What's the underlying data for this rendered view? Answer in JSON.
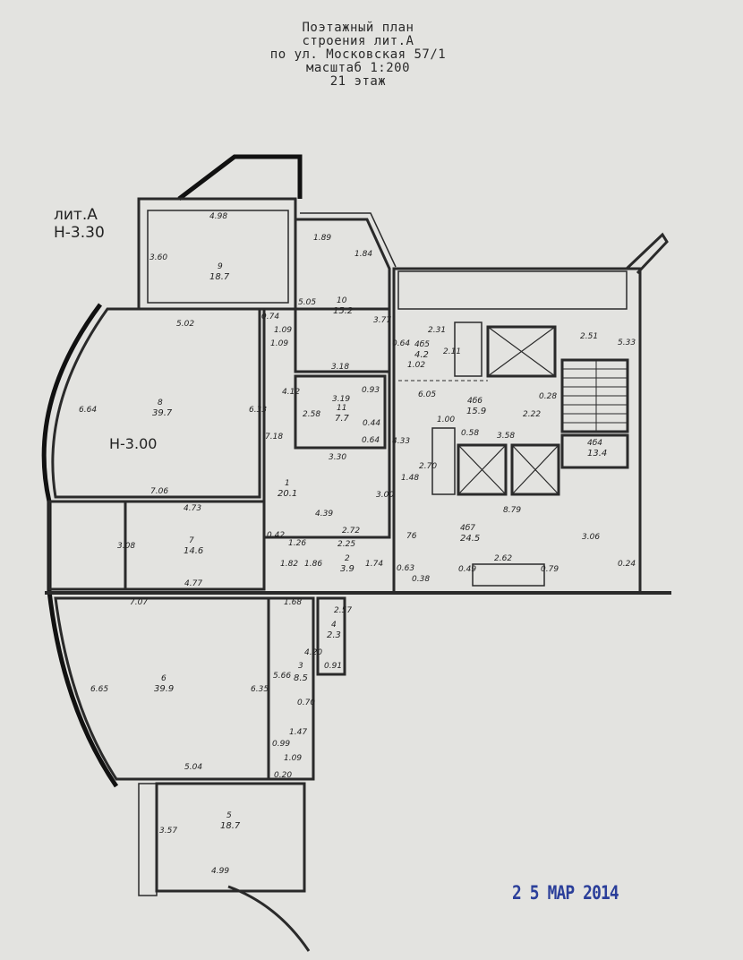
{
  "header": {
    "lines": [
      "Поэтажный план",
      "строения  лит.А",
      "по ул. Московская 57/1",
      "масштаб 1:200",
      "21   этаж"
    ]
  },
  "labels": {
    "lit": "лит.А",
    "height_main": "Н-3.30",
    "height_room8": "Н-3.00"
  },
  "rooms": [
    {
      "number": "9",
      "area": "18.7"
    },
    {
      "number": "10",
      "area": "15.2"
    },
    {
      "number": "8",
      "area": "39.7"
    },
    {
      "number": "11",
      "area": "7.7"
    },
    {
      "number": "1",
      "area": "20.1"
    },
    {
      "number": "7",
      "area": "14.6"
    },
    {
      "number": "2",
      "area": "3.9"
    },
    {
      "number": "4",
      "area": "2.3"
    },
    {
      "number": "3",
      "area": "8.5"
    },
    {
      "number": "6",
      "area": "39.9"
    },
    {
      "number": "5",
      "area": "18.7"
    },
    {
      "number": "4б5",
      "area": "4.2"
    },
    {
      "number": "4б6",
      "area": "15.9"
    },
    {
      "number": "4б4",
      "area": "13.4"
    },
    {
      "number": "4б7",
      "area": "24.5"
    }
  ],
  "dimensions": [
    "4.98",
    "3.60",
    "1.89",
    "1.84",
    "5.05",
    "3.77",
    "5.02",
    "0.74",
    "1.09",
    "1.09",
    "6.64",
    "6.33",
    "4.12",
    "3.18",
    "3.19",
    "0.93",
    "2.58",
    "0.44",
    "0.64",
    "7.18",
    "3.30",
    "7.06",
    "4.73",
    "3.08",
    "0.42",
    "1.82",
    "1.26",
    "1.86",
    "2.72",
    "2.25",
    "1.74",
    "4.39",
    "3.00",
    "4.33",
    "4.77",
    "7.07",
    "1.68",
    "2.57",
    "0.91",
    "4.20",
    "5.66",
    "6.35",
    "6.65",
    "0.70",
    "1.47",
    "0.99",
    "1.09",
    "0.20",
    "5.04",
    "3.57",
    "4.99",
    "2.31",
    "0.64",
    "1.02",
    "2.11",
    "6.05",
    "2.22",
    "0.28",
    "2.51",
    "5.33",
    "1.00",
    "0.58",
    "3.58",
    "2.70",
    "1.48",
    "8.79",
    "76",
    "3.06",
    "2.62",
    "0.49",
    "0.79",
    "0.63",
    "0.38",
    "0.24"
  ],
  "stamp": "2 5 МАР 2014"
}
